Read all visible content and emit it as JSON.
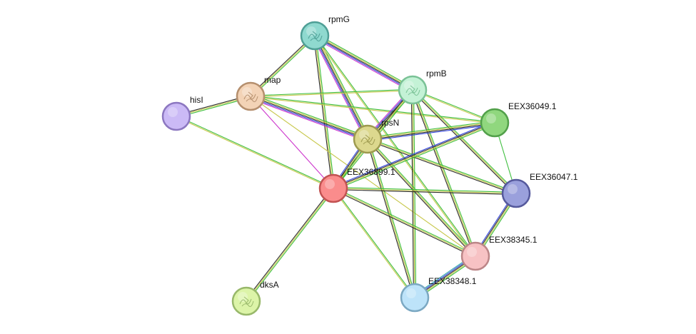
{
  "nodes": [
    {
      "id": "rpmG",
      "label": "rpmG",
      "fill": "#8fd9cf",
      "stroke": "#4f9f96",
      "glyph": true
    },
    {
      "id": "rpmB",
      "label": "rpmB",
      "fill": "#c4f2d6",
      "stroke": "#7ac296",
      "glyph": true
    },
    {
      "id": "map",
      "label": "map",
      "fill": "#f3d3b6",
      "stroke": "#b58f6e",
      "glyph": true
    },
    {
      "id": "hisI",
      "label": "hisI",
      "fill": "#cbbaf6",
      "stroke": "#8c77c0",
      "glyph": false
    },
    {
      "id": "EEX36049.1",
      "label": "EEX36049.1",
      "fill": "#90d77e",
      "stroke": "#52a04a",
      "glyph": false
    },
    {
      "id": "rpsN",
      "label": "rpsN",
      "fill": "#dcd88e",
      "stroke": "#9d9a4f",
      "glyph": true
    },
    {
      "id": "EEX36899.1",
      "label": "EEX36899.1",
      "fill": "#fa8c8c",
      "stroke": "#c25252",
      "glyph": false
    },
    {
      "id": "EEX36047.1",
      "label": "EEX36047.1",
      "fill": "#9aa0dc",
      "stroke": "#55599c",
      "glyph": false
    },
    {
      "id": "EEX38345.1",
      "label": "EEX38345.1",
      "fill": "#f7c2c4",
      "stroke": "#bc8688",
      "glyph": false
    },
    {
      "id": "dksA",
      "label": "dksA",
      "fill": "#dcf4a8",
      "stroke": "#98b86a",
      "glyph": true
    },
    {
      "id": "EEX38348.1",
      "label": "EEX38348.1",
      "fill": "#bde3f9",
      "stroke": "#7ba8c2",
      "glyph": false
    }
  ],
  "edge_colors": {
    "green": "#3fbf3f",
    "olive": "#c7c74a",
    "dark": "#2b2b2b",
    "blue": "#3344dd",
    "magenta": "#cc33cc",
    "teal": "#33aaaa"
  },
  "edges": [
    {
      "a": "rpmG",
      "b": "map",
      "types": [
        "green",
        "olive",
        "dark"
      ]
    },
    {
      "a": "rpmG",
      "b": "rpmB",
      "types": [
        "green",
        "olive",
        "dark",
        "blue",
        "magenta"
      ]
    },
    {
      "a": "rpmG",
      "b": "rpsN",
      "types": [
        "green",
        "olive",
        "dark",
        "blue",
        "magenta"
      ]
    },
    {
      "a": "rpmG",
      "b": "EEX36899.1",
      "types": [
        "green",
        "olive",
        "dark"
      ]
    },
    {
      "a": "rpmG",
      "b": "EEX38345.1",
      "types": [
        "green",
        "olive"
      ]
    },
    {
      "a": "map",
      "b": "hisI",
      "types": [
        "green",
        "olive",
        "dark"
      ]
    },
    {
      "a": "map",
      "b": "rpmB",
      "types": [
        "green",
        "olive"
      ]
    },
    {
      "a": "map",
      "b": "rpsN",
      "types": [
        "green",
        "olive",
        "dark",
        "blue",
        "magenta"
      ]
    },
    {
      "a": "map",
      "b": "EEX36049.1",
      "types": [
        "green",
        "olive"
      ]
    },
    {
      "a": "map",
      "b": "EEX36899.1",
      "types": [
        "magenta"
      ]
    },
    {
      "a": "map",
      "b": "EEX38345.1",
      "types": [
        "olive"
      ]
    },
    {
      "a": "hisI",
      "b": "EEX36899.1",
      "types": [
        "green",
        "olive"
      ]
    },
    {
      "a": "rpmB",
      "b": "rpsN",
      "types": [
        "green",
        "olive",
        "dark",
        "blue",
        "magenta"
      ]
    },
    {
      "a": "rpmB",
      "b": "EEX36049.1",
      "types": [
        "green",
        "olive"
      ]
    },
    {
      "a": "rpmB",
      "b": "EEX36899.1",
      "types": [
        "green",
        "olive",
        "dark"
      ]
    },
    {
      "a": "rpmB",
      "b": "EEX36047.1",
      "types": [
        "green",
        "olive",
        "dark"
      ]
    },
    {
      "a": "rpmB",
      "b": "EEX38345.1",
      "types": [
        "green",
        "olive",
        "dark"
      ]
    },
    {
      "a": "rpmB",
      "b": "EEX38348.1",
      "types": [
        "green",
        "olive",
        "dark"
      ]
    },
    {
      "a": "rpsN",
      "b": "EEX36049.1",
      "types": [
        "green",
        "olive",
        "dark",
        "blue"
      ]
    },
    {
      "a": "rpsN",
      "b": "EEX36899.1",
      "types": [
        "green",
        "olive",
        "dark",
        "blue"
      ]
    },
    {
      "a": "rpsN",
      "b": "EEX36047.1",
      "types": [
        "green",
        "olive",
        "dark"
      ]
    },
    {
      "a": "rpsN",
      "b": "EEX38345.1",
      "types": [
        "green",
        "olive",
        "dark"
      ]
    },
    {
      "a": "rpsN",
      "b": "EEX38348.1",
      "types": [
        "green",
        "olive",
        "dark"
      ]
    },
    {
      "a": "EEX36049.1",
      "b": "EEX36899.1",
      "types": [
        "green",
        "olive",
        "dark",
        "blue"
      ]
    },
    {
      "a": "EEX36049.1",
      "b": "EEX36047.1",
      "types": [
        "green"
      ]
    },
    {
      "a": "EEX36899.1",
      "b": "EEX36047.1",
      "types": [
        "green",
        "olive",
        "dark"
      ]
    },
    {
      "a": "EEX36899.1",
      "b": "EEX38345.1",
      "types": [
        "green",
        "olive",
        "dark"
      ]
    },
    {
      "a": "EEX36899.1",
      "b": "EEX38348.1",
      "types": [
        "green",
        "olive"
      ]
    },
    {
      "a": "EEX36899.1",
      "b": "dksA",
      "types": [
        "green",
        "olive",
        "dark"
      ]
    },
    {
      "a": "EEX36047.1",
      "b": "EEX38345.1",
      "types": [
        "green",
        "olive",
        "dark",
        "blue"
      ]
    },
    {
      "a": "EEX38345.1",
      "b": "EEX38348.1",
      "types": [
        "green",
        "olive",
        "dark",
        "blue",
        "teal"
      ]
    }
  ]
}
